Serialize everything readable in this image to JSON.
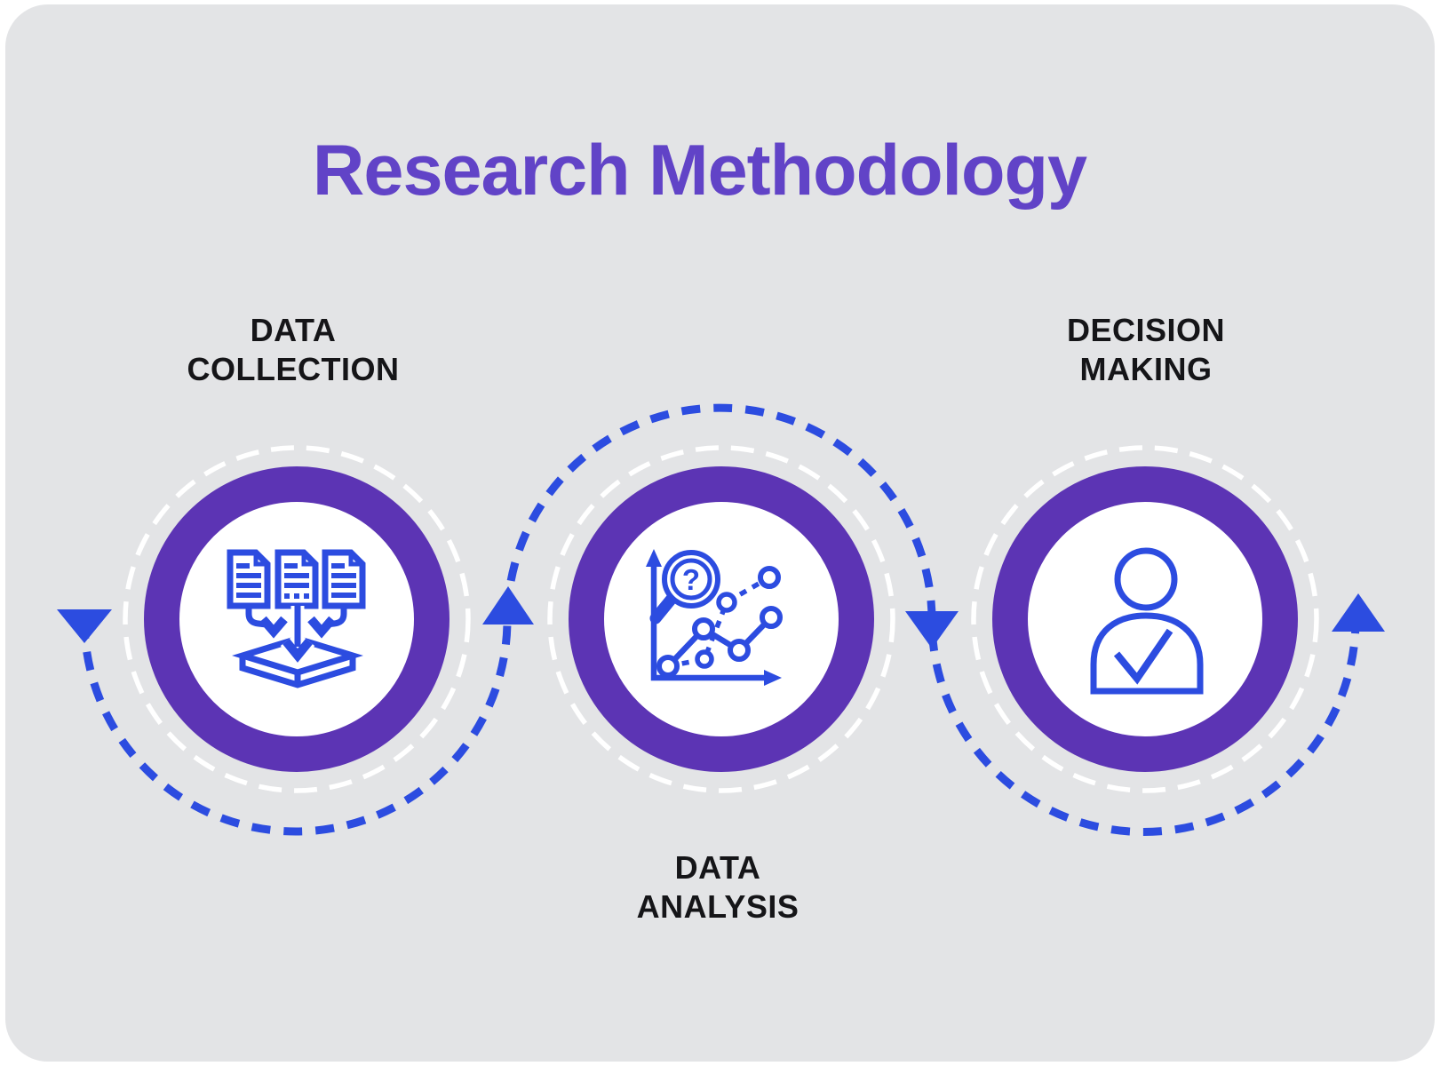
{
  "header": {
    "title": "Research Methodology"
  },
  "steps": [
    {
      "name": "data-collection",
      "lines": [
        "DATA",
        "COLLECTION"
      ],
      "icon": "documents-into-tray-icon",
      "label_position": "above"
    },
    {
      "name": "data-analysis",
      "lines": [
        "DATA",
        "ANALYSIS"
      ],
      "icon": "chart-magnifier-icon",
      "label_position": "below"
    },
    {
      "name": "decision-making",
      "lines": [
        "DECISION",
        "MAKING"
      ],
      "icon": "person-checkmark-icon",
      "label_position": "above"
    }
  ],
  "icons": {
    "magnifier_glyph": "?"
  },
  "colors": {
    "title": "#6143c7",
    "ring_purple": "#5c34b4",
    "icon_blue": "#2c4ce0",
    "card_background": "#e3e4e6",
    "label_text": "#151518",
    "halo_dash": "#ffffff"
  },
  "connector": {
    "type": "dashed-wave",
    "arrows": [
      "down",
      "up",
      "down",
      "up"
    ]
  }
}
